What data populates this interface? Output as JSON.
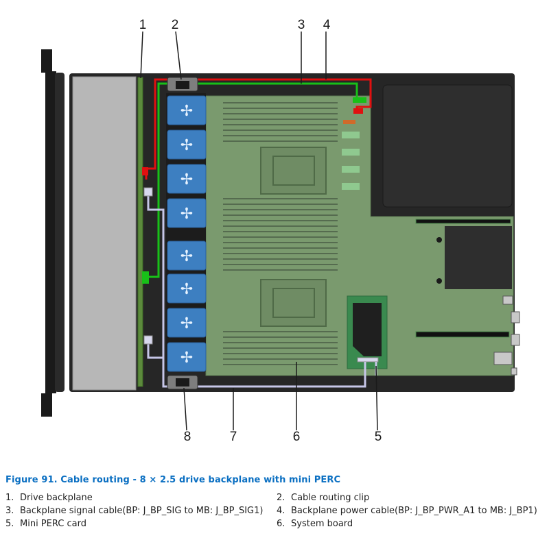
{
  "callouts": [
    "1",
    "2",
    "3",
    "4",
    "5",
    "6",
    "7",
    "8"
  ],
  "figure": {
    "caption": "Figure 91. Cable routing - 8 × 2.5 drive backplane with mini PERC"
  },
  "legend": [
    {
      "num": "1.",
      "label": "Drive backplane"
    },
    {
      "num": "2.",
      "label": "Cable routing clip"
    },
    {
      "num": "3.",
      "label": "Backplane signal cable(BP: J_BP_SIG to MB: J_BP_SIG1)"
    },
    {
      "num": "4.",
      "label": "Backplane power cable(BP: J_BP_PWR_A1 to MB: J_BP1)"
    },
    {
      "num": "5.",
      "label": "Mini PERC card"
    },
    {
      "num": "6.",
      "label": "System board"
    }
  ],
  "colors": {
    "chassis": "#2b2b2b",
    "board": "#7a9a6e",
    "fan": "#3d7fc1",
    "power_cable": "#e01010",
    "signal_cable": "#18c018",
    "mini_perc_cable": "#c6c6e8",
    "caption": "#0a6fc2"
  }
}
